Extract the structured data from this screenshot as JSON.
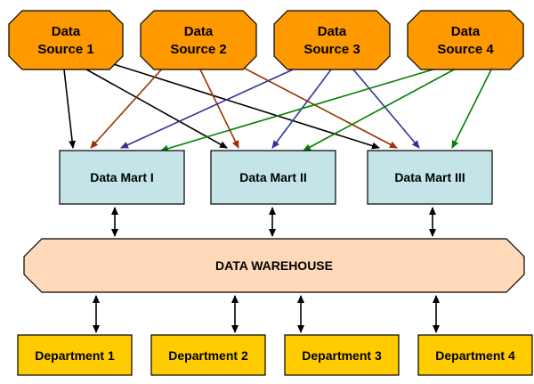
{
  "sources": [
    {
      "line1": "Data",
      "line2": "Source 1"
    },
    {
      "line1": "Data",
      "line2": "Source 2"
    },
    {
      "line1": "Data",
      "line2": "Source 3"
    },
    {
      "line1": "Data",
      "line2": "Source 4"
    }
  ],
  "marts": [
    {
      "label": "Data Mart I"
    },
    {
      "label": "Data Mart II"
    },
    {
      "label": "Data Mart III"
    }
  ],
  "warehouse": {
    "label": "DATA WAREHOUSE"
  },
  "departments": [
    {
      "label": "Department 1"
    },
    {
      "label": "Department 2"
    },
    {
      "label": "Department 3"
    },
    {
      "label": "Department 4"
    }
  ],
  "colors": {
    "source_fill": "#FF9900",
    "mart_fill": "#C5E4E7",
    "warehouse_fill": "#FFD9B8",
    "department_fill": "#FFCC00",
    "source1_arrow": "#000000",
    "source2_arrow": "#993300",
    "source3_arrow": "#333399",
    "source4_arrow": "#008000",
    "link_arrow": "#000000"
  }
}
